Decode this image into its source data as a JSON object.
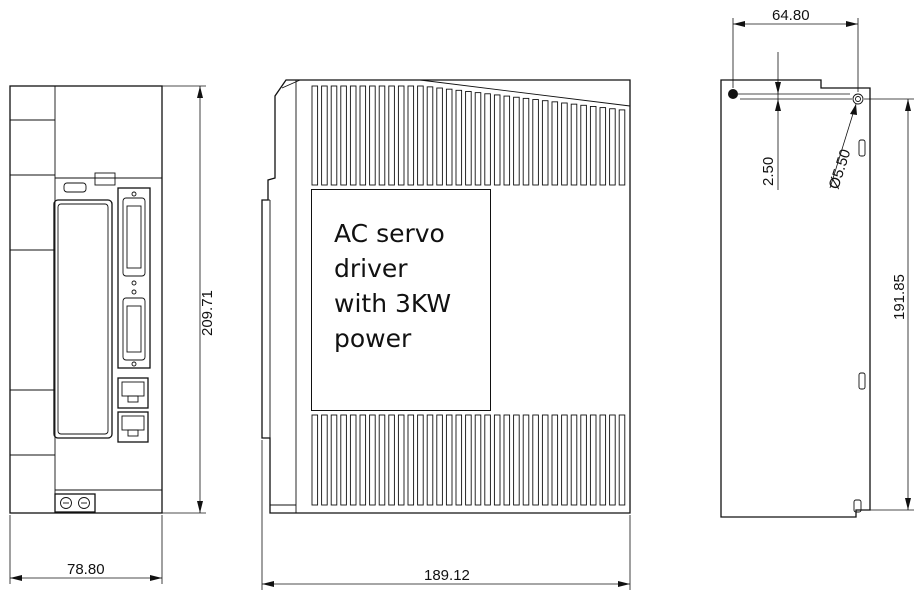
{
  "title": "",
  "label": {
    "lines": [
      "AC servo",
      "driver",
      "with 3KW",
      "power"
    ]
  },
  "dimensions": {
    "left_view_height": "209.71",
    "left_view_width": "78.80",
    "middle_view_width": "189.12",
    "right_top_spacing": "64.80",
    "right_offset": "2.50",
    "right_hole": "Ø5.50",
    "right_height": "191.85"
  }
}
